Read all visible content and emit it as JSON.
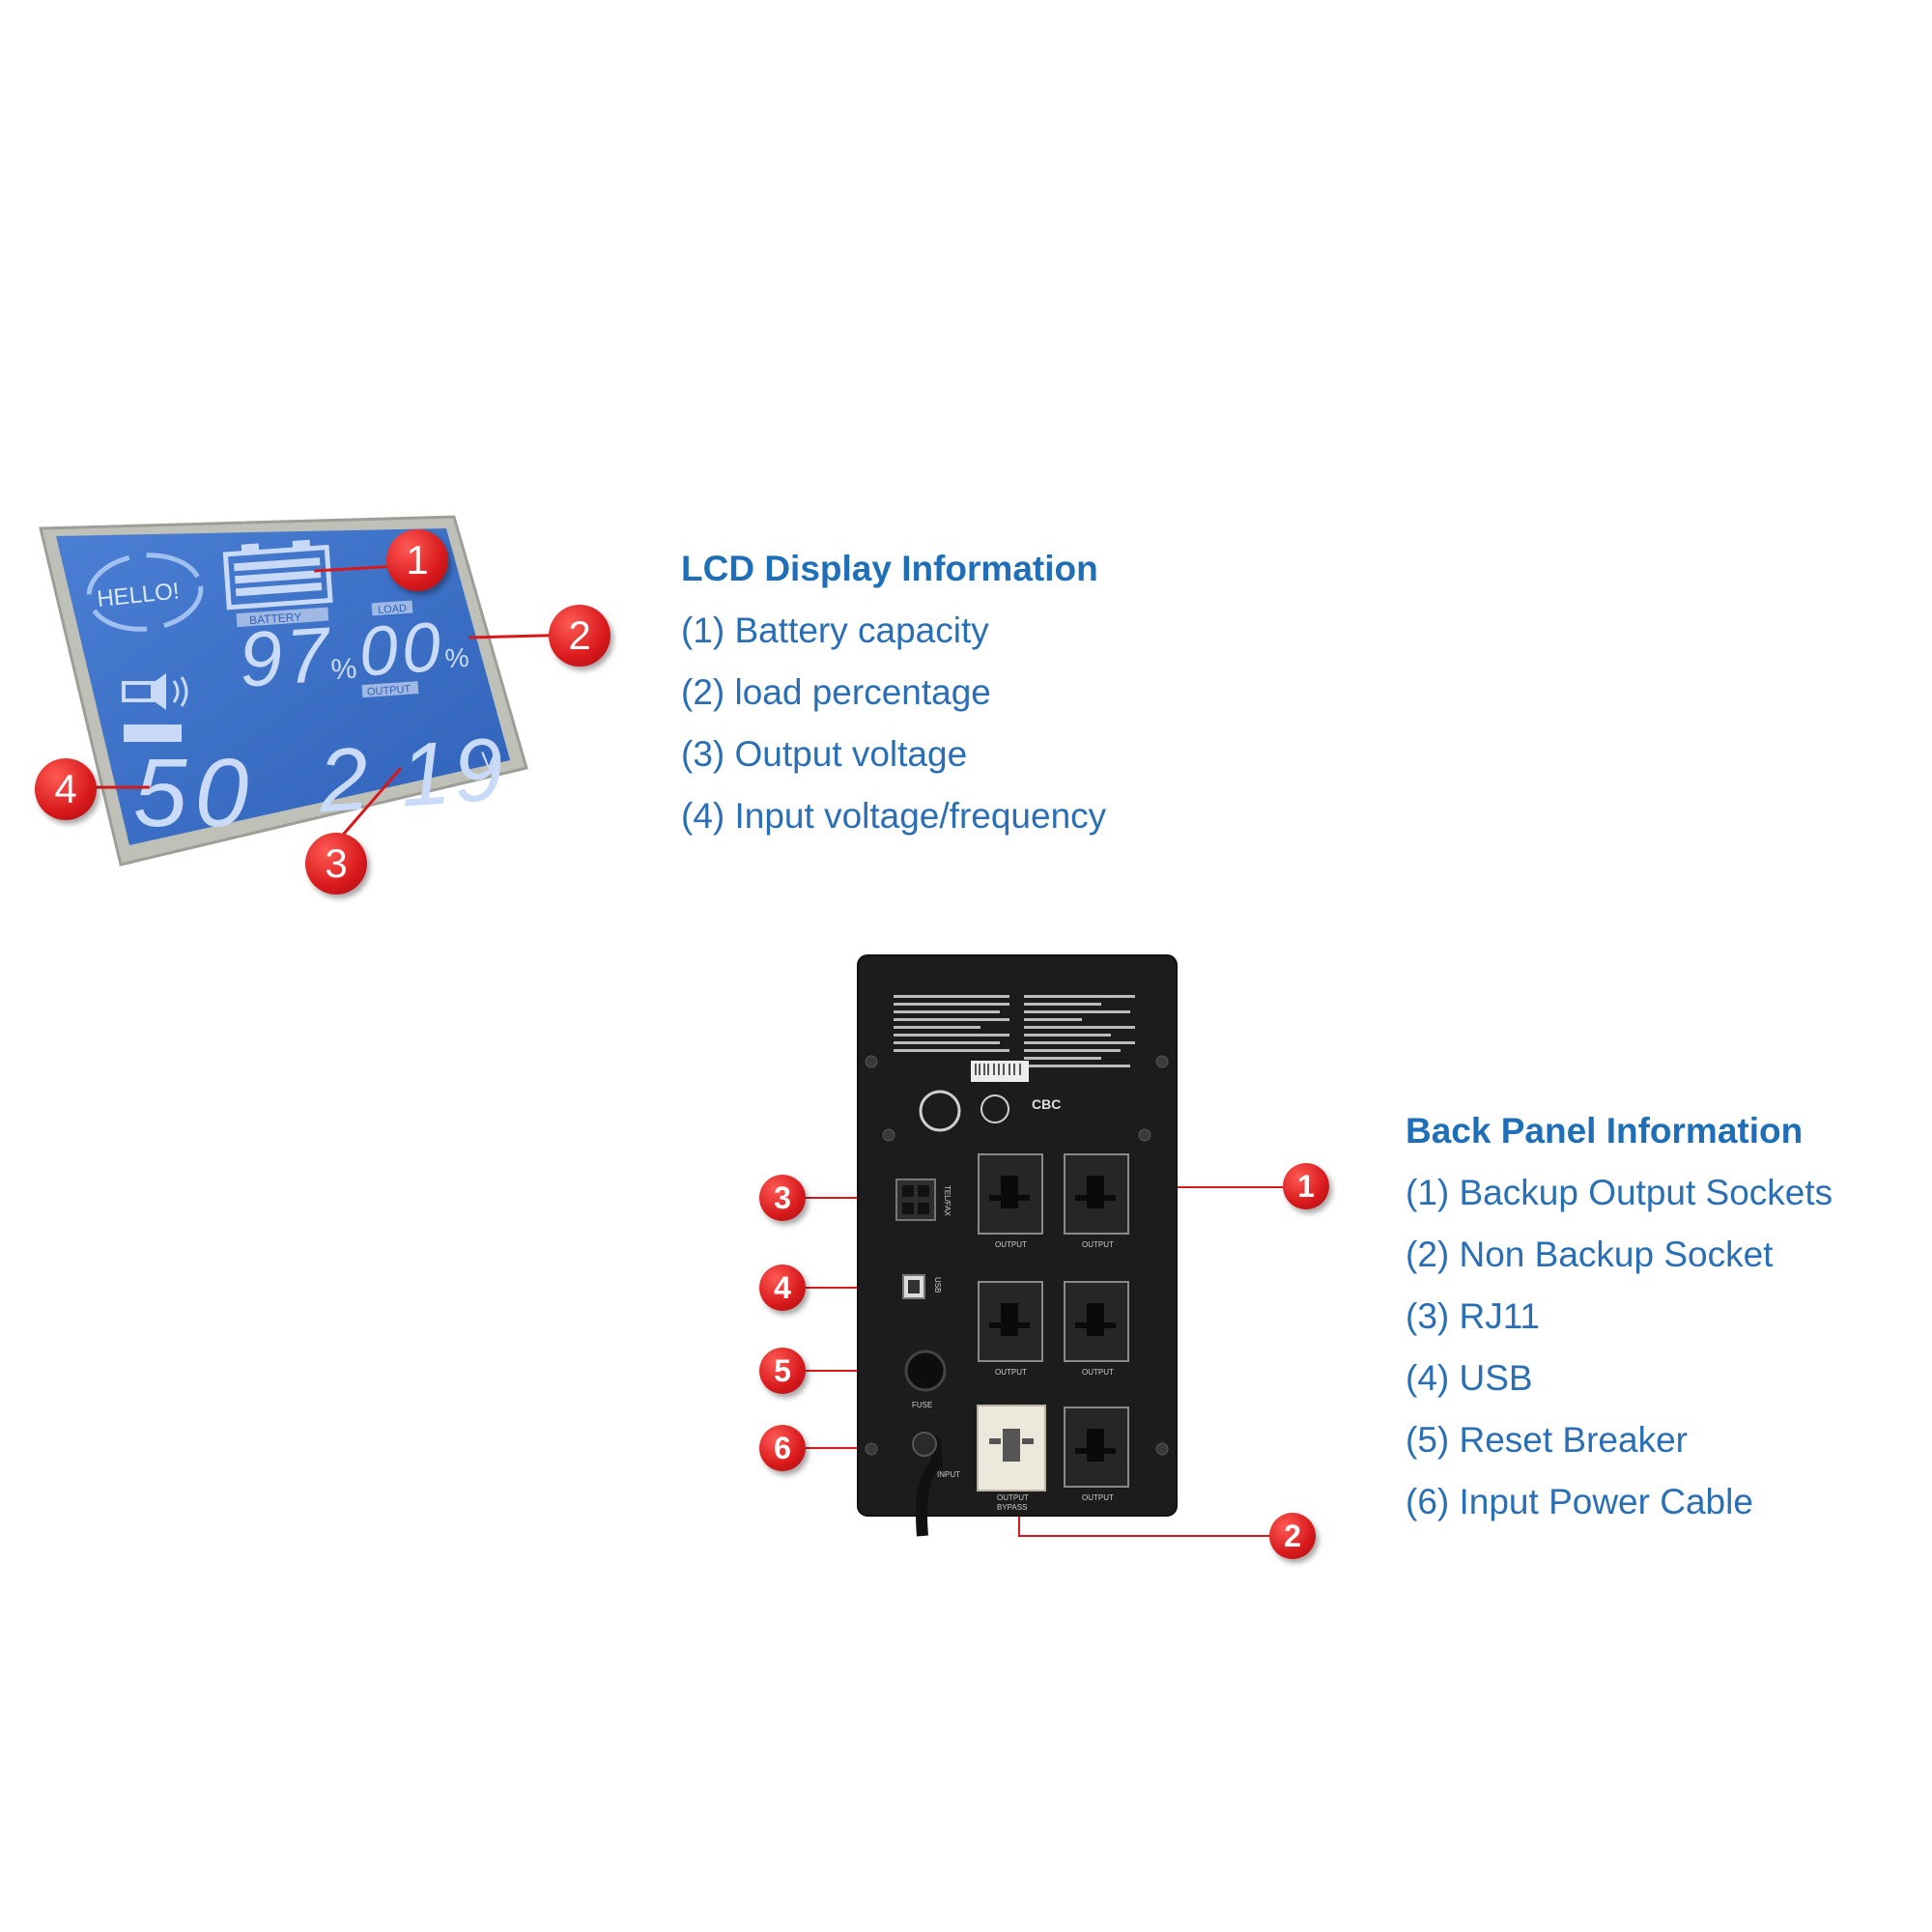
{
  "lcd_section": {
    "title": "LCD Display Information",
    "items": [
      "(1) Battery capacity",
      "(2) load percentage",
      "(3) Output voltage",
      "(4) Input voltage/frequency"
    ],
    "screen": {
      "greeting": "HELLO!",
      "battery_label": "BATTERY",
      "load_label": "LOAD",
      "output_label": "OUTPUT",
      "battery_value": "97",
      "load_value": "00",
      "percent": "%",
      "input_value": "50",
      "output_value": "2 19",
      "volt_unit": "V"
    },
    "callouts": [
      "1",
      "2",
      "3",
      "4"
    ]
  },
  "back_section": {
    "title": "Back Panel Information",
    "items": [
      "(1) Backup Output Sockets",
      "(2) Non Backup Socket",
      "(3) RJ11",
      "(4) USB",
      "(5) Reset Breaker",
      "(6) Input Power Cable"
    ],
    "callouts": [
      "1",
      "2",
      "3",
      "4",
      "5",
      "6"
    ],
    "panel_labels": {
      "output": "OUTPUT",
      "output_bypass_1": "OUTPUT",
      "output_bypass_2": "BYPASS",
      "tel_fax": "TEL/FAX",
      "usb": "USB",
      "fuse": "FUSE",
      "input": "INPUT",
      "brand": "CBC"
    }
  },
  "colors": {
    "title_blue": "#1f6fb8",
    "text_blue": "#2a6fb5",
    "callout_red": "#d8191c",
    "lcd_blue": "#3a6fc9",
    "ups_black": "#1a1a1a"
  }
}
